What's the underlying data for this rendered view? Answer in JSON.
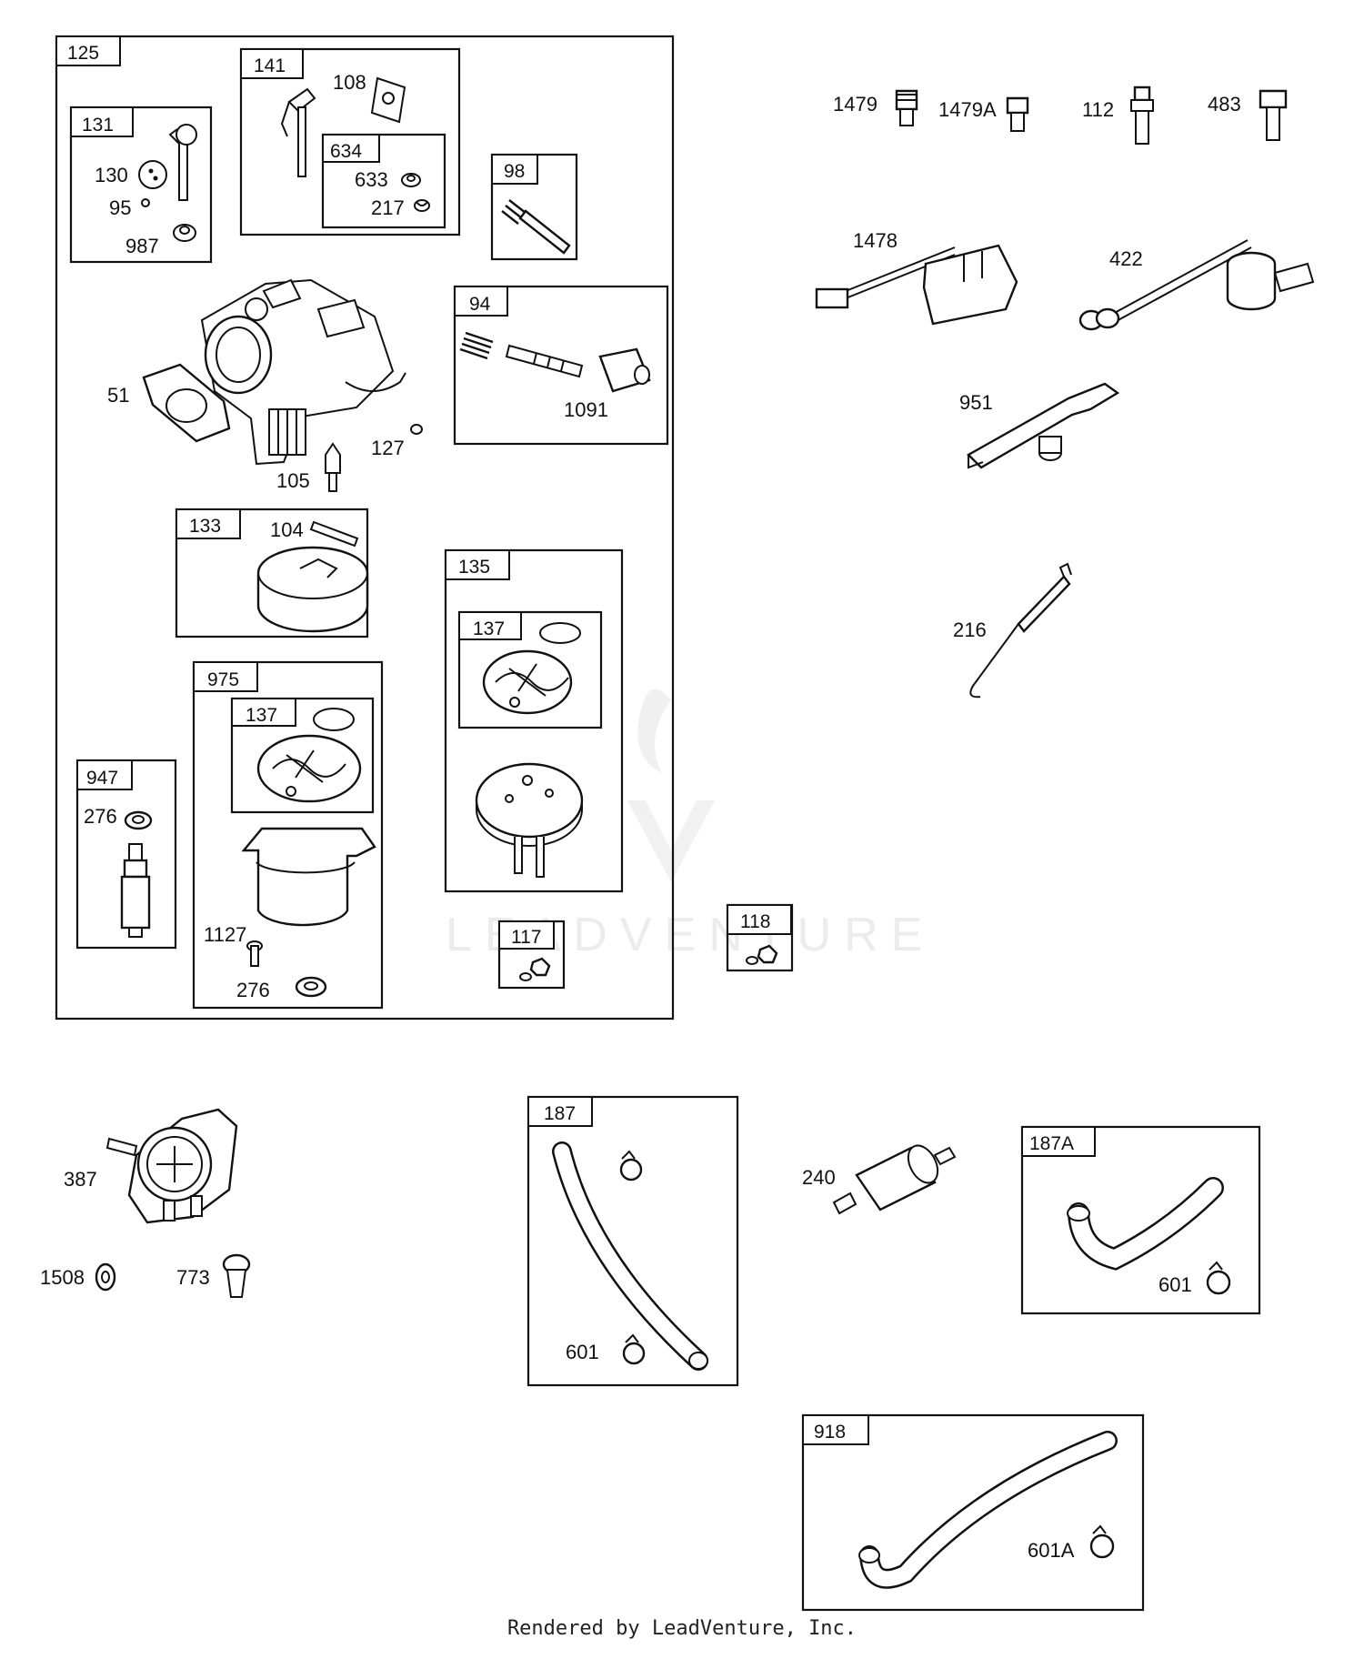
{
  "watermark": "LEADVENTURE",
  "footer": "Rendered by LeadVenture, Inc.",
  "kits": {
    "k125": "125",
    "k131": "131",
    "k141": "141",
    "k634": "634",
    "k98": "98",
    "k94": "94",
    "k133": "133",
    "k135": "135",
    "k137a": "137",
    "k975": "975",
    "k137b": "137",
    "k947": "947",
    "k117": "117",
    "k118": "118",
    "k187": "187",
    "k187a": "187A",
    "k918": "918"
  },
  "labels": {
    "l108": "108",
    "l130": "130",
    "l95": "95",
    "l987": "987",
    "l633": "633",
    "l217": "217",
    "l51": "51",
    "l127": "127",
    "l105": "105",
    "l1091": "1091",
    "l104": "104",
    "l276a": "276",
    "l1127": "1127",
    "l276b": "276",
    "l1479": "1479",
    "l1479a": "1479A",
    "l112": "112",
    "l483": "483",
    "l1478": "1478",
    "l422": "422",
    "l951": "951",
    "l216": "216",
    "l387": "387",
    "l1508": "1508",
    "l773": "773",
    "l601a": "601",
    "l240": "240",
    "l601b": "601",
    "l601c": "601A"
  }
}
